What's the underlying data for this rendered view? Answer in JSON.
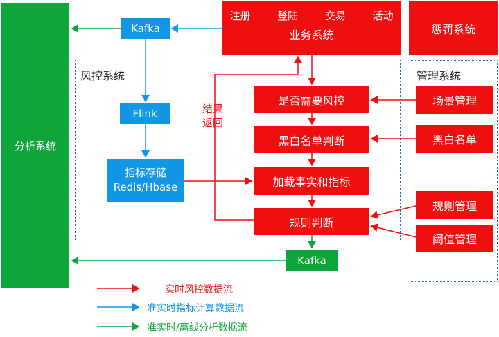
{
  "analysis": {
    "label": "分析系统"
  },
  "kafka_top": {
    "label": "Kafka"
  },
  "kafka_bottom": {
    "label": "Kafka"
  },
  "business": {
    "actions": [
      "注册",
      "登陆",
      "交易",
      "活动"
    ],
    "label": "业务系统"
  },
  "punish": {
    "label": "惩罚系统"
  },
  "risk_frame": {
    "label": "风控系统"
  },
  "mgmt_frame": {
    "label": "管理系统"
  },
  "flink": {
    "label": "Flink"
  },
  "metric_store": {
    "line1": "指标存储",
    "line2": "Redis/Hbase"
  },
  "return_label": {
    "line1": "结果",
    "line2": "返回"
  },
  "flow": {
    "need_risk": "是否需要风控",
    "blackwhite_judge": "黑白名单判断",
    "load_facts": "加载事实和指标",
    "rule_judge": "规则判断"
  },
  "management": {
    "scene": "场景管理",
    "blackwhite": "黑白名单",
    "rule": "规则管理",
    "threshold": "阈值管理"
  },
  "legend": {
    "red": "实时风控数据流",
    "blue": "准实时指标计算数据流",
    "green": "准实时/离线分析数据流"
  },
  "colors": {
    "red": "#ee0f0f",
    "blue": "#1296e6",
    "green": "#0ea63a",
    "frame": "#2b6aa8"
  }
}
